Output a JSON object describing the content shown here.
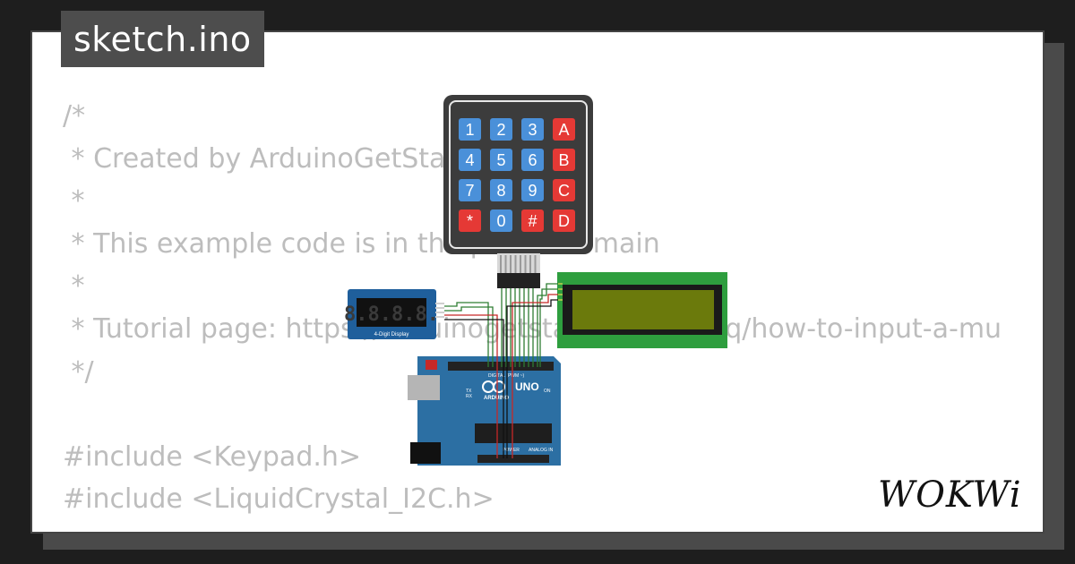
{
  "title": "sketch.ino",
  "code_lines": [
    "/*",
    " * Created by ArduinoGetSta",
    " *",
    " * This example code is in the public domain",
    " *",
    " * Tutorial page: https://arduinogetstarted.com/faq/how-to-input-a-mu",
    " */",
    "",
    "#include <Keypad.h>",
    "#include <LiquidCrystal_I2C.h>"
  ],
  "keypad": {
    "keys": [
      "1",
      "2",
      "3",
      "A",
      "4",
      "5",
      "6",
      "B",
      "7",
      "8",
      "9",
      "C",
      "*",
      "0",
      "#",
      "D"
    ]
  },
  "seven_segment": {
    "digits": "8.8.8.8.",
    "label": "4-Digit Display"
  },
  "arduino": {
    "logo_text": "ARDUINO",
    "model": "UNO",
    "digital_label": "DIGITAL (PWM ~)",
    "analog_label": "ANALOG IN",
    "power_label": "POWER",
    "on_label": "ON",
    "tx_label": "TX",
    "rx_label": "RX"
  },
  "brand": "WOKWi",
  "colors": {
    "background": "#1e1e1e",
    "card": "#ffffff",
    "code_text": "#bdbdbd",
    "title_box": "#4d4d4d",
    "keypad_body": "#3c3c3c",
    "key_blue": "#4a90d9",
    "key_red": "#e53935",
    "lcd_green": "#2e9e3e",
    "arduino_blue": "#2c6fa3"
  }
}
